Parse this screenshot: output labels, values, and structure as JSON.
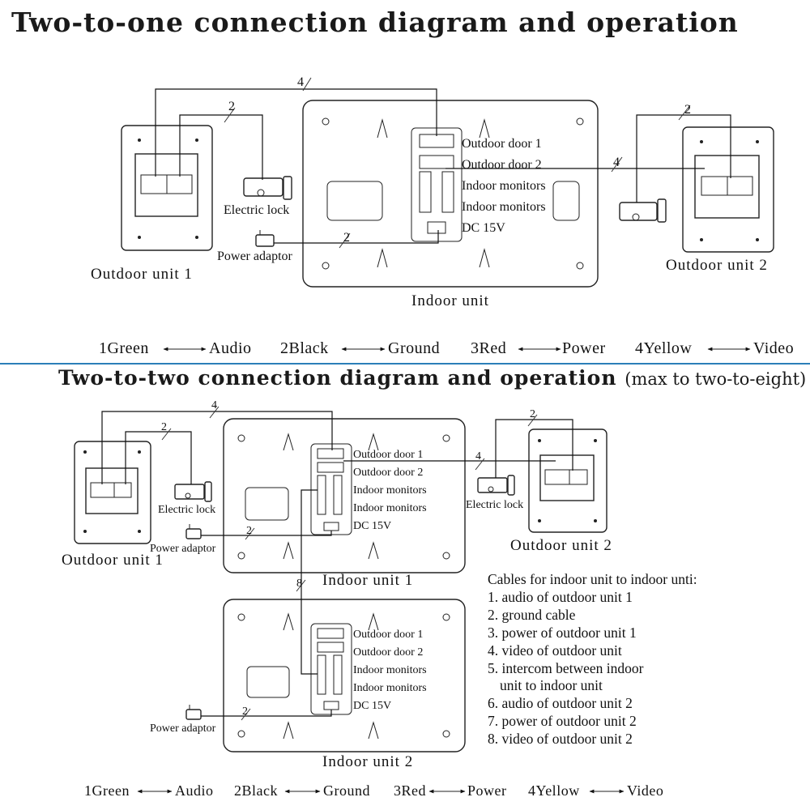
{
  "titles": {
    "one": "Two-to-one connection diagram and operation",
    "two": "Two-to-two connection diagram and operation",
    "two_note": "(max to two-to-eight)"
  },
  "diagram1": {
    "outdoor1": "Outdoor unit 1",
    "outdoor2": "Outdoor unit 2",
    "indoor": "Indoor unit",
    "electric_lock": "Electric lock",
    "power_adaptor": "Power adaptor",
    "ports": [
      "Outdoor door 1",
      "Outdoor door 2",
      "Indoor monitors",
      "Indoor monitors",
      "DC 15V"
    ],
    "wire_counts": [
      "4",
      "2",
      "2",
      "2",
      "4"
    ]
  },
  "diagram2": {
    "outdoor1": "Outdoor unit 1",
    "outdoor2": "Outdoor unit 2",
    "indoor1": "Indoor unit 1",
    "indoor2": "Indoor unit 2",
    "electric_lock": "Electric lock",
    "power_adaptor": "Power adaptor",
    "ports": [
      "Outdoor door 1",
      "Outdoor door 2",
      "Indoor monitors",
      "Indoor monitors",
      "DC 15V"
    ],
    "wire_counts": [
      "4",
      "2",
      "2",
      "2",
      "4",
      "8",
      "2"
    ]
  },
  "legend": [
    {
      "num": "1",
      "color": "Green",
      "meaning": "Audio"
    },
    {
      "num": "2",
      "color": "Black",
      "meaning": "Ground"
    },
    {
      "num": "3",
      "color": "Red",
      "meaning": "Power"
    },
    {
      "num": "4",
      "color": "Yellow",
      "meaning": "Video"
    }
  ],
  "cables": {
    "heading": "Cables for indoor unit to indoor unti:",
    "items": [
      "1. audio of outdoor unit 1",
      "2. ground cable",
      "3. power of outdoor unit 1",
      "4. video of outdoor unit",
      "5. intercom between indoor",
      "unit to indoor unit",
      "6. audio of outdoor unit 2",
      "7. power of outdoor unit 2",
      "8. video of outdoor unit 2"
    ]
  },
  "colors": {
    "separator": "#2b7fb8",
    "line": "#111111"
  }
}
